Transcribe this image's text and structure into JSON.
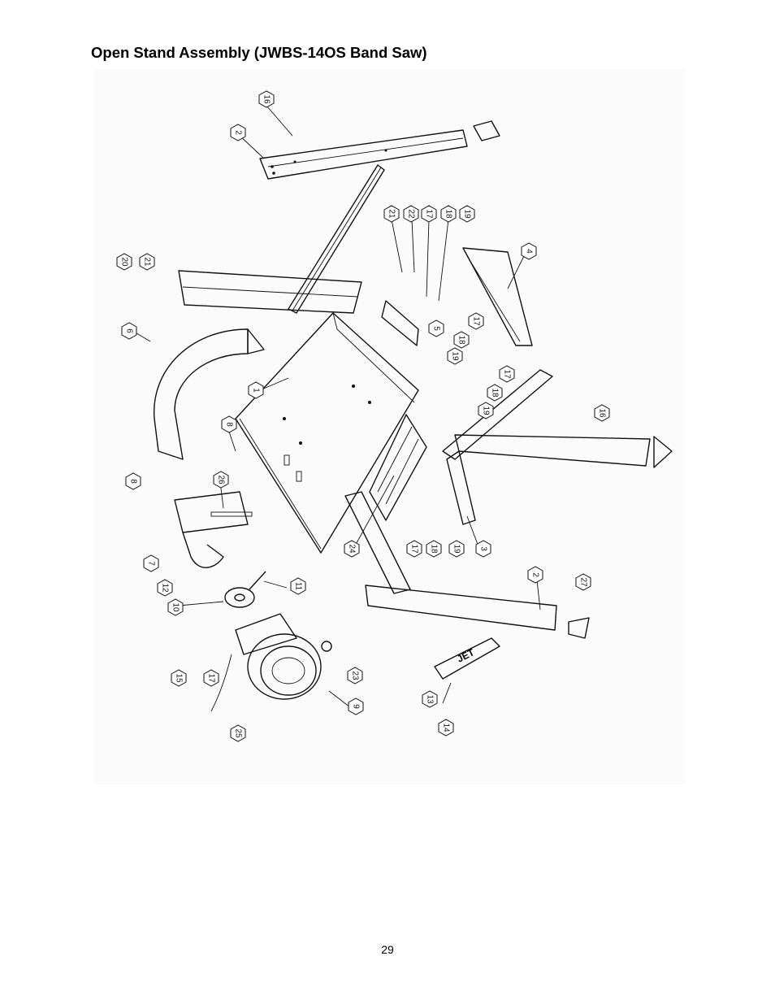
{
  "page": {
    "title": "Open Stand Assembly (JWBS-14OS Band Saw)",
    "page_number": "29"
  },
  "diagram": {
    "logo_text": "JET",
    "callouts": [
      "16",
      "2",
      "21",
      "22",
      "17",
      "18",
      "19",
      "20",
      "21",
      "4",
      "6",
      "5",
      "17",
      "18",
      "19",
      "1",
      "17",
      "18",
      "19",
      "8",
      "16",
      "8",
      "26",
      "24",
      "17",
      "18",
      "19",
      "3",
      "7",
      "12",
      "11",
      "2",
      "27",
      "10",
      "15",
      "17",
      "23",
      "13",
      "9",
      "25",
      "14"
    ]
  }
}
